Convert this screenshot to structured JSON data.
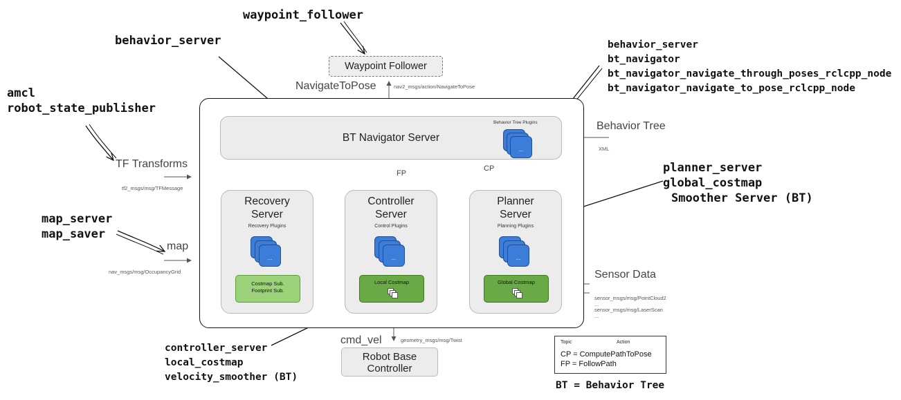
{
  "hand_labels": {
    "waypoint_follower": "waypoint_follower",
    "behavior_server": "behavior_server",
    "right_top": [
      "behavior_server",
      "bt_navigator",
      "bt_navigator_navigate_through_poses_rclcpp_node",
      "bt_navigator_navigate_to_pose_rclcpp_node"
    ],
    "left_top": [
      "amcl",
      "robot_state_publisher"
    ],
    "map": [
      "map_server",
      "map_saver"
    ],
    "planner": [
      "planner_server",
      "global_costmap",
      "Smoother Server (BT)"
    ],
    "controller": [
      "controller_server",
      "local_costmap",
      "velocity_smoother (BT)"
    ],
    "bt_note": "BT = Behavior Tree"
  },
  "boxes": {
    "waypoint_follower": "Waypoint Follower",
    "bt_navigator": "BT Navigator Server",
    "bt_plugins": "Behavior Tree Plugins",
    "recovery": {
      "title": "Recovery Server",
      "plugins": "Recovery Plugins",
      "costmap": [
        "Costmap Sub.",
        "Footprint Sub."
      ]
    },
    "controller": {
      "title": "Controller Server",
      "plugins": "Control Plugins",
      "costmap": "Local Costmap"
    },
    "planner": {
      "title": "Planner Server",
      "plugins": "Planning Plugins",
      "costmap": "Global Costmap"
    },
    "robot_base": "Robot Base Controller",
    "stack_dots": "..."
  },
  "interfaces": {
    "navigate_to_pose": "NavigateToPose",
    "navigate_to_pose_msg": "nav2_msgs/action/NavigateToPose",
    "behavior_tree": "Behavior Tree",
    "xml": "XML",
    "tf": "TF Transforms",
    "tf_msg": "tf2_msgs/msg/TFMessage",
    "map": "map",
    "map_msg": "nav_msgs/msg/OccupancyGrid",
    "sensor_data": "Sensor Data",
    "sensor_msgs": [
      "sensor_msgs/msg/PointCloud2",
      "...",
      "sensor_msgs/msg/LaserScan",
      "..."
    ],
    "cmd_vel": "cmd_vel",
    "twist_msg": "geometry_msgs/msg/Twist",
    "fp": "FP",
    "cp": "CP"
  },
  "legend": {
    "topic": "Topic",
    "action": "Action",
    "cp": "CP = ComputePathToPose",
    "fp": "FP = FollowPath"
  }
}
